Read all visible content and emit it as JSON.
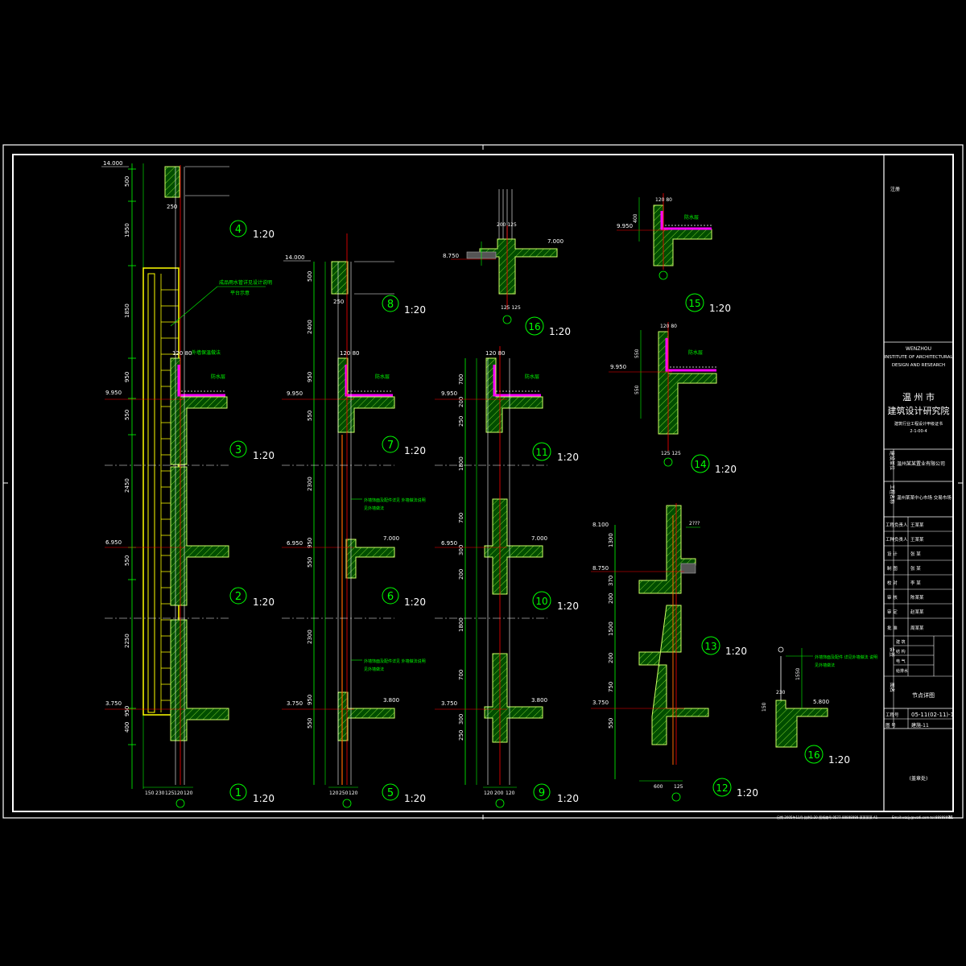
{
  "colors": {
    "background": "#000000",
    "frame": "#ffffff",
    "wall_fill": "#00c000",
    "hatch": "#9acd32",
    "dimension": "#00ff00",
    "axis": "#ff0000",
    "railing": "#ffff00",
    "membrane": "#ff00ff",
    "text": "#ffffff",
    "label": "#00ff00"
  },
  "details": [
    {
      "id": "d1",
      "number": "1",
      "scale": "1:20"
    },
    {
      "id": "d2",
      "number": "2",
      "scale": "1:20"
    },
    {
      "id": "d3",
      "number": "3",
      "scale": "1:20"
    },
    {
      "id": "d4",
      "number": "4",
      "scale": "1:20"
    },
    {
      "id": "d5",
      "number": "5",
      "scale": "1:20"
    },
    {
      "id": "d6",
      "number": "6",
      "scale": "1:20"
    },
    {
      "id": "d7",
      "number": "7",
      "scale": "1:20"
    },
    {
      "id": "d8",
      "number": "8",
      "scale": "1:20"
    },
    {
      "id": "d9",
      "number": "9",
      "scale": "1:20"
    },
    {
      "id": "d10",
      "number": "10",
      "scale": "1:20"
    },
    {
      "id": "d11",
      "number": "11",
      "scale": "1:20"
    },
    {
      "id": "d12",
      "number": "12",
      "scale": "1:20"
    },
    {
      "id": "d13",
      "number": "13",
      "scale": "1:20"
    },
    {
      "id": "d14",
      "number": "14",
      "scale": "1:20"
    },
    {
      "id": "d15",
      "number": "15",
      "scale": "1:20"
    },
    {
      "id": "d16a",
      "number": "16",
      "scale": "1:20"
    },
    {
      "id": "d16b",
      "number": "16",
      "scale": "1:20"
    }
  ],
  "elevations": {
    "e14000": "14.000",
    "e9950": "9.950",
    "e6950": "6.950",
    "e3750": "3.750",
    "e7000": "7.000",
    "e3800": "3.800",
    "e8750": "8.750",
    "e8100": "8.100",
    "e5800": "5.800"
  },
  "dims": {
    "col1": [
      "500",
      "1950",
      "1850",
      "950",
      "550",
      "2450",
      "550",
      "2250",
      "950",
      "400"
    ],
    "col5": [
      "500",
      "2400",
      "950",
      "550",
      "2300",
      "950",
      "550",
      "2300",
      "950",
      "550"
    ],
    "col9": [
      "700",
      "200",
      "250",
      "1800",
      "700",
      "300",
      "200",
      "1800",
      "700",
      "300",
      "250"
    ],
    "col12": [
      "1300",
      "370",
      "200",
      "1500",
      "200",
      "750",
      "550"
    ],
    "bottom1": [
      "150",
      "230",
      "125",
      "120",
      "120"
    ],
    "bottom5": [
      "120",
      "250",
      "120"
    ],
    "bottom9": [
      "120",
      "200",
      "120"
    ],
    "bottom12": [
      "600",
      "125"
    ],
    "top_small": "250",
    "top_pair": "120 80",
    "top16": "200 125",
    "top16b": "125 125",
    "d15_side": "400",
    "d14_side": [
      "550",
      "550"
    ],
    "d16b_side": [
      "150",
      "1550"
    ],
    "d16b_top": "230"
  },
  "notes": {
    "gutter": "防水层",
    "gutter2": "防水层",
    "note_d4a": "成品雨水管详见设计说明",
    "note_d4b": "平台示意",
    "note_d3": "外墙保温做法",
    "note_d6": "外墙饰面及配件详见 外墙做法说明",
    "note_d6b": "见外墙做法",
    "note_d12": "2???",
    "note_d16b": "外墙饰面及配件 详见外墙做法 说明",
    "note_d16b2": "见外墙做法"
  },
  "title_block": {
    "top_tag": "注册",
    "institute_en1": "WENZHOU",
    "institute_en2": "INSTITUTE OF ARCHITECTURAL",
    "institute_en3": "DESIGN AND RESEARCH",
    "institute_cn1": "温 州 市",
    "institute_cn2": "建筑设计研究院",
    "cert": "建筑行业工程设计甲级证书",
    "cert_no": "2-1-00-4",
    "client_label": "建设单位",
    "client": "温州某某置业有限公司",
    "project_label": "工程名称",
    "project": "温州某某中心市场 交易市场",
    "rows": [
      {
        "label": "工程负责人",
        "value": "王某某"
      },
      {
        "label": "工种负责人",
        "value": "王某某"
      },
      {
        "label": "设 计",
        "value": "张 某"
      },
      {
        "label": "制 图",
        "value": "张 某"
      },
      {
        "label": "校 对",
        "value": "李 某"
      },
      {
        "label": "审 核",
        "value": "陈某某"
      },
      {
        "label": "审 定",
        "value": "赵某某"
      },
      {
        "label": "批 准",
        "value": "周某某"
      }
    ],
    "sign_rows": [
      "建 筑",
      "结 构",
      "电 气",
      "给排水"
    ],
    "sign_group": "会签",
    "drawing_label": "图名",
    "drawing_name": "节点详图",
    "job_label": "工程号",
    "job_no": "05-11(02-11)-1",
    "sheet_label": "图 号",
    "sheet_no": "建施-11",
    "stamp": "(盖章处)"
  },
  "footer": {
    "left": "日期  2005年11月  比例1:20  图纸编号  0577-88888888  某某某某  A1",
    "mid": "Email:wzsjy@wzdi.com  tel:88888888",
    "page": "11"
  }
}
